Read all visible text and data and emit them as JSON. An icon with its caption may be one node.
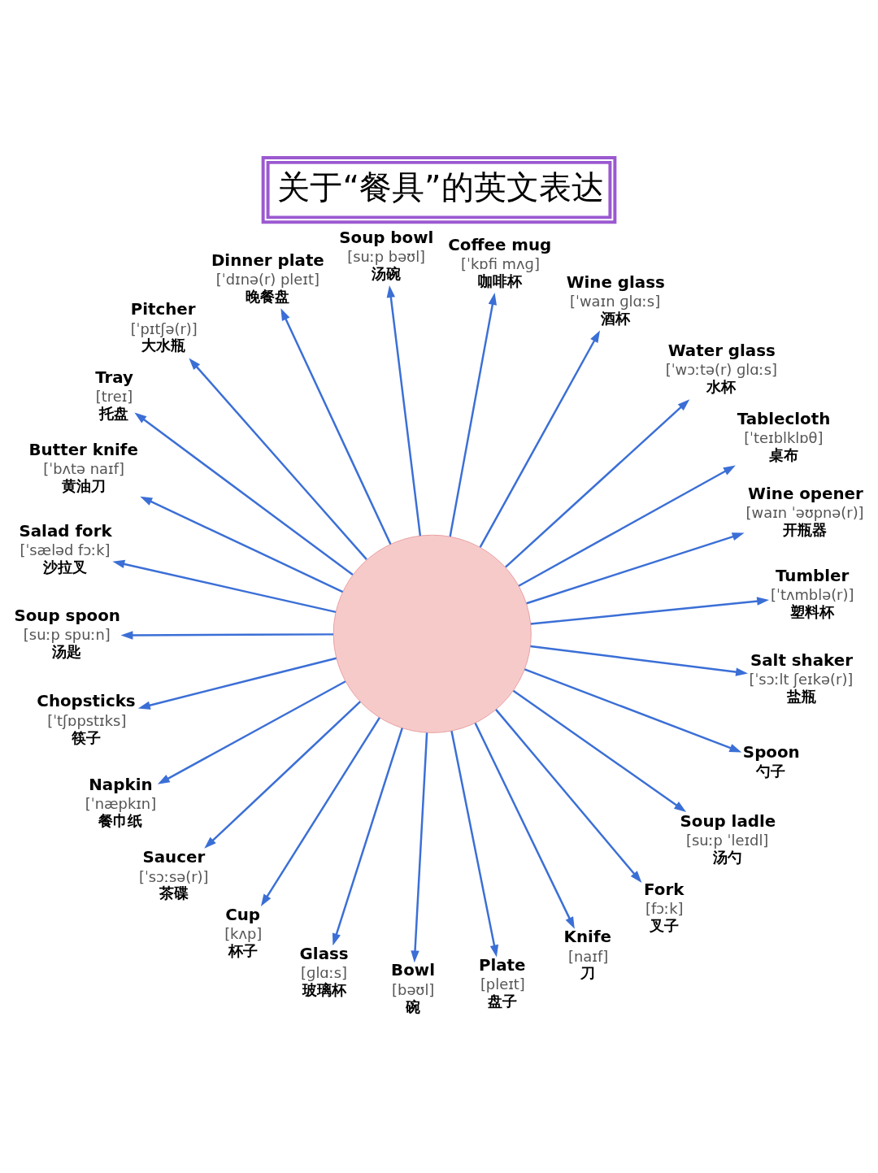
{
  "diagram": {
    "title": "关于“餐具”的英文表达",
    "nodes": [
      {
        "text": [],
        "shape": "circle"
      },
      {
        "text": [
          "Salt shaker",
          "[ˈsɔːlt ʃeɪkə(r)]",
          "盐瓶"
        ]
      },
      {
        "text": [
          "Spoon",
          "勺子"
        ]
      },
      {
        "text": [
          "Soup ladle",
          "[suːp ˈleɪdl]",
          "汤勺"
        ]
      },
      {
        "text": [
          "Fork",
          "[fɔːk]",
          "叉子"
        ]
      },
      {
        "text": [
          "Knife",
          "[naɪf]",
          "刀"
        ]
      },
      {
        "text": [
          "Plate",
          "[pleɪt]",
          "盘子"
        ]
      },
      {
        "text": [
          "Bowl",
          "[bəʊl]",
          "碗"
        ]
      },
      {
        "text": [
          "Glass",
          "[ɡlɑːs]",
          "玻璃杯"
        ]
      },
      {
        "text": [
          "Cup",
          "[kʌp]",
          "杯子"
        ]
      },
      {
        "text": [
          "Saucer",
          "[ˈsɔːsə(r)]",
          "茶碟"
        ]
      },
      {
        "text": [
          "Napkin",
          "[ˈnæpkɪn]",
          "餐巾纸"
        ]
      },
      {
        "text": [
          "Chopsticks",
          "[ˈtʃɒpstɪks]",
          "筷子"
        ]
      },
      {
        "text": [
          "Soup spoon",
          "[suːp spuːn]",
          "汤匙"
        ]
      },
      {
        "text": [
          "Salad fork",
          "[ˈsæləd fɔːk]",
          "沙拉叉"
        ]
      },
      {
        "text": [
          "Butter knife",
          "[ˈbʌtə naɪf]",
          "黄油刀"
        ]
      },
      {
        "text": [
          "Tray",
          "[treɪ]",
          "托盘"
        ]
      },
      {
        "text": [
          "Pitcher",
          "[ˈpɪtʃə(r)]",
          "大水瓶"
        ]
      },
      {
        "text": [
          "Dinner plate",
          "[ˈdɪnə(r) pleɪt]",
          "晚餐盘"
        ]
      },
      {
        "text": [
          "Soup bowl",
          "[suːp bəʊl]",
          "汤碗"
        ]
      },
      {
        "text": [
          "Coffee mug",
          "[ˈkɒfi mʌɡ]",
          "咖啡杯"
        ]
      },
      {
        "text": [
          "Wine glass",
          "[ˈwaɪn ɡlɑːs]",
          "酒杯"
        ]
      },
      {
        "text": [
          "Water glass",
          "[ˈwɔːtə(r) ɡlɑːs]",
          "水杯"
        ]
      },
      {
        "text": [
          "Tablecloth",
          "[ˈteɪblklɒθ]",
          "桌布"
        ]
      },
      {
        "text": [
          "Wine opener",
          "[waɪn ˈəʊpnə(r)]",
          "开瓶器"
        ]
      },
      {
        "text": [
          "Tumbler",
          "[ˈtʌmblə(r)]",
          "塑料杯"
        ]
      }
    ],
    "edges": [
      {
        "from": 0,
        "to": 1,
        "arrow": "to"
      },
      {
        "from": 0,
        "to": 2,
        "arrow": "to"
      },
      {
        "from": 0,
        "to": 3,
        "arrow": "to"
      },
      {
        "from": 0,
        "to": 4,
        "arrow": "to"
      },
      {
        "from": 0,
        "to": 5,
        "arrow": "to"
      },
      {
        "from": 0,
        "to": 6,
        "arrow": "to"
      },
      {
        "from": 0,
        "to": 7,
        "arrow": "to"
      },
      {
        "from": 0,
        "to": 8,
        "arrow": "to"
      },
      {
        "from": 0,
        "to": 9,
        "arrow": "to"
      },
      {
        "from": 0,
        "to": 10,
        "arrow": "to"
      },
      {
        "from": 0,
        "to": 11,
        "arrow": "to"
      },
      {
        "from": 0,
        "to": 12,
        "arrow": "to"
      },
      {
        "from": 0,
        "to": 13,
        "arrow": "to"
      },
      {
        "from": 0,
        "to": 14,
        "arrow": "to"
      },
      {
        "from": 0,
        "to": 15,
        "arrow": "to"
      },
      {
        "from": 0,
        "to": 16,
        "arrow": "to"
      },
      {
        "from": 0,
        "to": 17,
        "arrow": "to"
      },
      {
        "from": 0,
        "to": 18,
        "arrow": "to"
      },
      {
        "from": 0,
        "to": 19,
        "arrow": "to"
      },
      {
        "from": 0,
        "to": 20,
        "arrow": "to"
      },
      {
        "from": 0,
        "to": 21,
        "arrow": "to"
      },
      {
        "from": 0,
        "to": 22,
        "arrow": "to"
      },
      {
        "from": 0,
        "to": 23,
        "arrow": "to"
      },
      {
        "from": 0,
        "to": 24,
        "arrow": "to"
      },
      {
        "from": 0,
        "to": 25,
        "arrow": "to"
      }
    ]
  }
}
